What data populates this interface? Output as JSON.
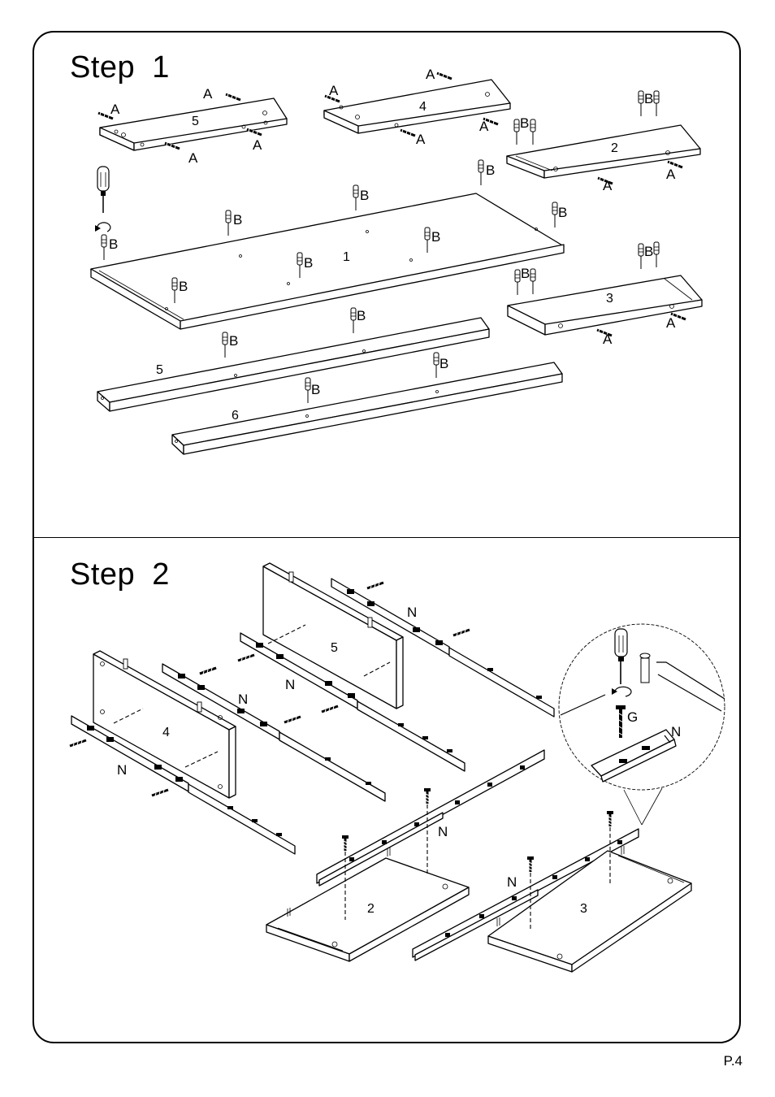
{
  "steps": [
    {
      "title": "Step  1"
    },
    {
      "title": "Step  2"
    }
  ],
  "page_number": "P.4",
  "part_labels": {
    "A": "A",
    "B": "B",
    "G": "G",
    "N": "N"
  },
  "panel_numbers": {
    "p1": "1",
    "p2": "2",
    "p3": "3",
    "p4": "4",
    "p5": "5",
    "p6": "6"
  }
}
